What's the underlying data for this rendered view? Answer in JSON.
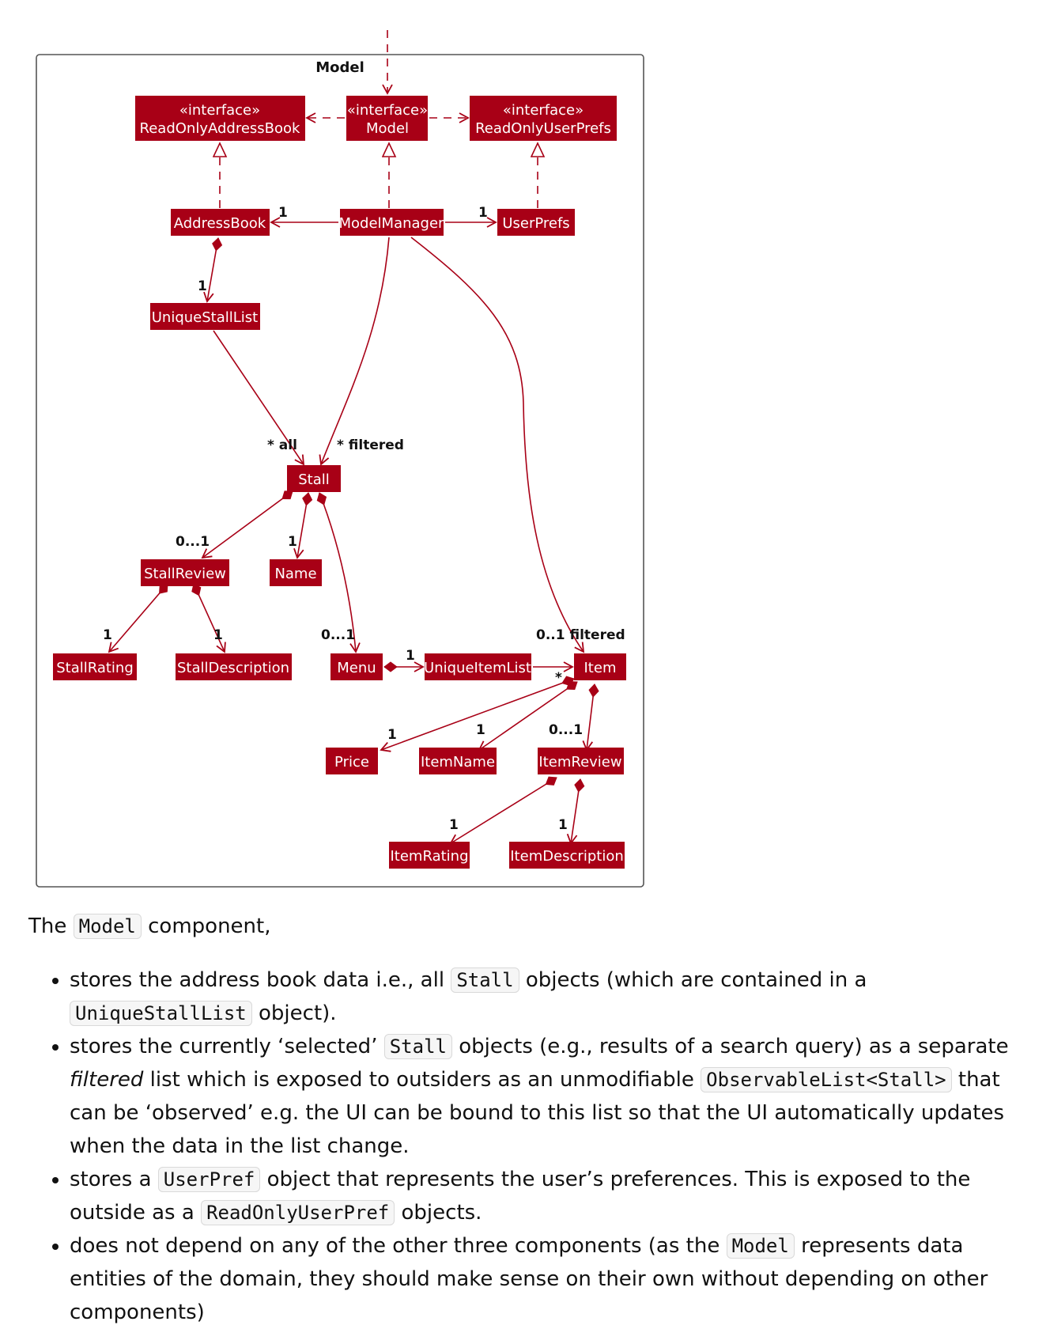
{
  "diagram": {
    "package_title": "Model",
    "nodes": {
      "readonly_address_book": {
        "stereotype": "«interface»",
        "name": "ReadOnlyAddressBook"
      },
      "model": {
        "stereotype": "«interface»",
        "name": "Model"
      },
      "readonly_user_prefs": {
        "stereotype": "«interface»",
        "name": "ReadOnlyUserPrefs"
      },
      "address_book": {
        "name": "AddressBook"
      },
      "model_manager": {
        "name": "ModelManager"
      },
      "user_prefs": {
        "name": "UserPrefs"
      },
      "unique_stall_list": {
        "name": "UniqueStallList"
      },
      "stall": {
        "name": "Stall"
      },
      "stall_review": {
        "name": "StallReview"
      },
      "name": {
        "name": "Name"
      },
      "stall_rating": {
        "name": "StallRating"
      },
      "stall_description": {
        "name": "StallDescription"
      },
      "menu": {
        "name": "Menu"
      },
      "unique_item_list": {
        "name": "UniqueItemList"
      },
      "item": {
        "name": "Item"
      },
      "price": {
        "name": "Price"
      },
      "item_name": {
        "name": "ItemName"
      },
      "item_review": {
        "name": "ItemReview"
      },
      "item_rating": {
        "name": "ItemRating"
      },
      "item_description": {
        "name": "ItemDescription"
      }
    },
    "multiplicities": {
      "mm_to_address_book": "1",
      "mm_to_user_prefs": "1",
      "ab_to_unique_stall_list": "1",
      "stall_all": "* all",
      "stall_filtered": "* filtered",
      "stall_to_stall_review": "0...1",
      "stall_to_name": "1",
      "stall_to_menu": "0...1",
      "review_to_rating": "1",
      "review_to_description": "1",
      "item_filtered": "0..1 filtered",
      "menu_to_unique_item_list": "1",
      "unique_item_list_to_item": "*",
      "item_to_price": "1",
      "item_to_item_name": "1",
      "item_to_item_review": "0...1",
      "item_review_to_rating": "1",
      "item_review_to_description": "1"
    }
  },
  "text": {
    "intro_pre": "The ",
    "intro_code": "Model",
    "intro_post": " component,",
    "b1_a": "stores the address book data i.e., all ",
    "b1_code1": "Stall",
    "b1_b": " objects (which are contained in a ",
    "b1_code2": "UniqueStallList",
    "b1_c": " object).",
    "b2_a": "stores the currently ‘selected’ ",
    "b2_code1": "Stall",
    "b2_b": " objects (e.g., results of a search query) as a separate ",
    "b2_em": "filtered",
    "b2_c": " list which is exposed to outsiders as an unmodifiable ",
    "b2_code2": "ObservableList<Stall>",
    "b2_d": " that can be ‘observed’ e.g. the UI can be bound to this list so that the UI automatically updates when the data in the list change.",
    "b3_a": "stores a ",
    "b3_code1": "UserPref",
    "b3_b": " object that represents the user’s preferences. This is exposed to the outside as a ",
    "b3_code2": "ReadOnlyUserPref",
    "b3_c": " objects.",
    "b4_a": "does not depend on any of the other three components (as the ",
    "b4_code1": "Model",
    "b4_b": " represents data entities of the domain, they should make sense on their own without depending on other components)"
  },
  "colors": {
    "node_fill": "#a80016",
    "edge": "#a80016",
    "package_border": "#555555"
  }
}
